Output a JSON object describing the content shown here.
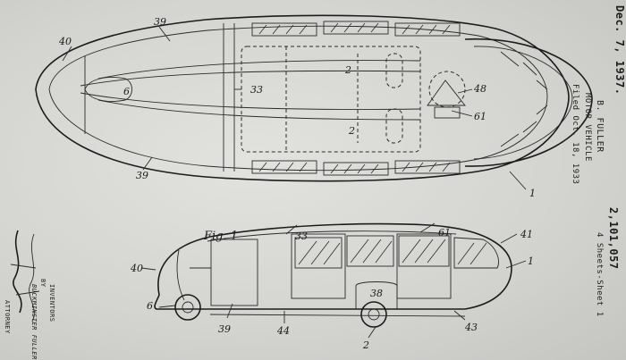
{
  "header": {
    "date": "Dec. 7, 1937.",
    "inventor": "B. FULLER",
    "title": "MOTOR VEHICLE",
    "filed": "Filed Oct. 18, 1933",
    "patent_number": "2,101,057",
    "sheets": "4 Sheets-Sheet 1"
  },
  "signature": {
    "inventors_label": "INVENTORS",
    "by_line": "BY",
    "inventor_name": "BUCKMINSTER FULLER",
    "attorney_label": "ATTORNEY"
  },
  "figure": {
    "caption": "Fig. 1",
    "top_view_labels": [
      "39",
      "40",
      "6",
      "33",
      "2",
      "48",
      "61",
      "2",
      "39",
      "1"
    ],
    "side_view_labels": [
      "33",
      "61",
      "41",
      "1",
      "40",
      "38",
      "6",
      "39",
      "44",
      "2",
      "43"
    ]
  }
}
